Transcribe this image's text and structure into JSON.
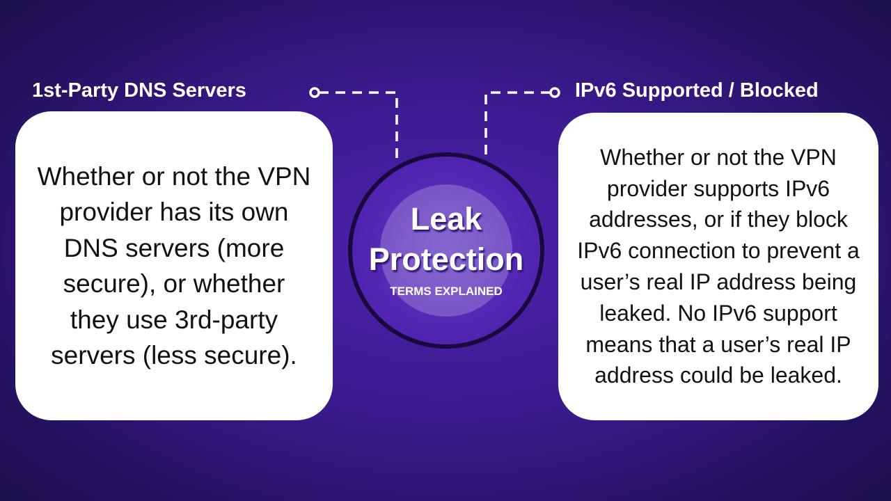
{
  "left": {
    "title": "1st-Party DNS Servers",
    "body": "Whether or not the VPN provider has its own DNS servers (more secure), or whether they use 3rd-party servers (less secure)."
  },
  "right": {
    "title": "IPv6 Supported / Blocked",
    "body": "Whether or not the VPN provider supports IPv6 addresses, or if they block IPv6 connection to prevent a user’s real IP address being leaked. No IPv6 support means that a user’s real IP address could be leaked."
  },
  "center": {
    "line1": "Leak",
    "line2": "Protection",
    "subtitle": "TERMS EXPLAINED"
  },
  "colors": {
    "background": "#3a1a8c",
    "box": "#ffffff",
    "accent": "#ffffff"
  }
}
